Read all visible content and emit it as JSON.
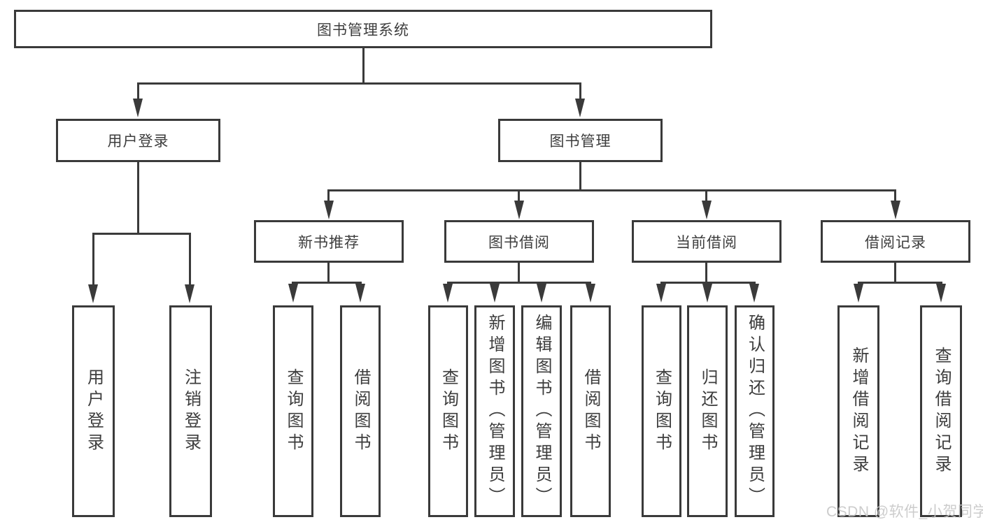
{
  "tree": {
    "root": {
      "label": "图书管理系统"
    },
    "branches": [
      {
        "label": "用户登录",
        "children": [
          {
            "label": "用户登录"
          },
          {
            "label": "注销登录"
          }
        ]
      },
      {
        "label": "图书管理",
        "children": [
          {
            "label": "新书推荐",
            "children": [
              {
                "label": "查询图书"
              },
              {
                "label": "借阅图书"
              }
            ]
          },
          {
            "label": "图书借阅",
            "children": [
              {
                "label": "查询图书"
              },
              {
                "label": "新增图书（管理员）"
              },
              {
                "label": "编辑图书（管理员）"
              },
              {
                "label": "借阅图书"
              }
            ]
          },
          {
            "label": "当前借阅",
            "children": [
              {
                "label": "查询图书"
              },
              {
                "label": "归还图书"
              },
              {
                "label": "确认归还（管理员）"
              }
            ]
          },
          {
            "label": "借阅记录",
            "children": [
              {
                "label": "新增借阅记录"
              },
              {
                "label": "查询借阅记录"
              }
            ]
          }
        ]
      }
    ]
  },
  "watermark": {
    "text": "CSDN @软件_小贺同学"
  },
  "colors": {
    "line": "#3a3a3a",
    "text": "#3d3d3d",
    "background": "#ffffff",
    "watermark": "#c6c6c6"
  }
}
